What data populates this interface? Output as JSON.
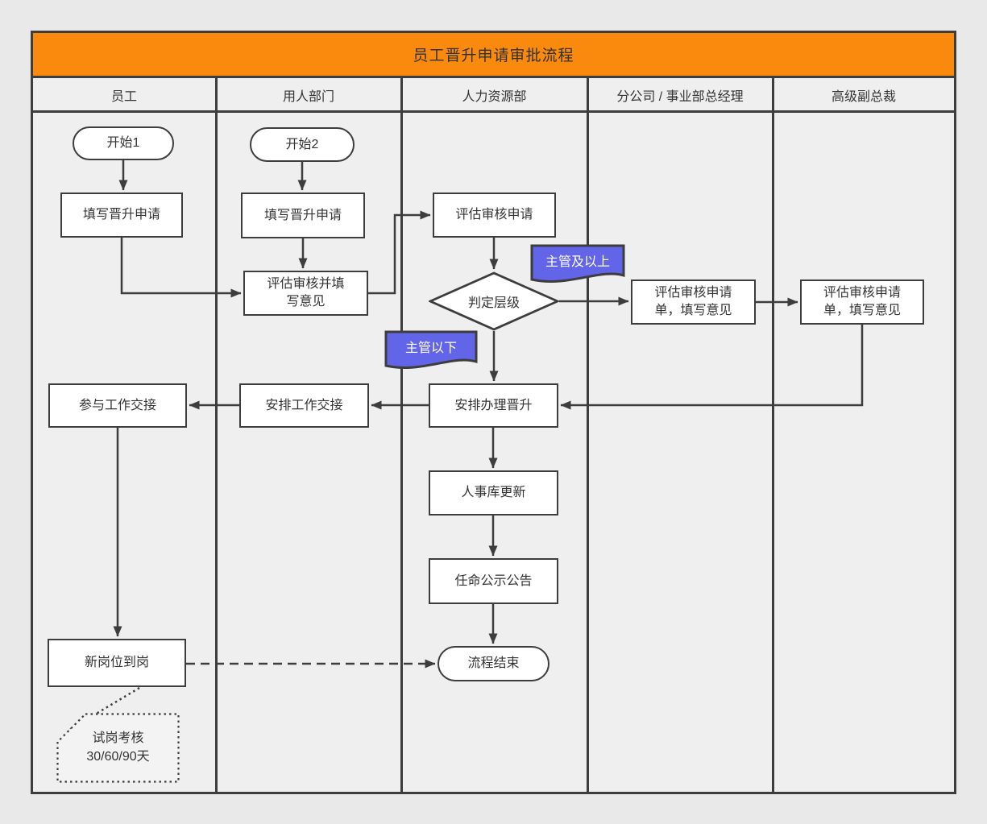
{
  "title": "员工晋升申请审批流程",
  "lanes": [
    "员工",
    "用人部门",
    "人力资源部",
    "分公司 / 事业部总经理",
    "高级副总裁"
  ],
  "nodes": {
    "start1": "开始1",
    "start2": "开始2",
    "fill_app_1": "填写晋升申请",
    "fill_app_2": "填写晋升申请",
    "review_fill_opinion": "评估审核并填写意见",
    "review_app": "评估审核申请",
    "judge_level": "判定层级",
    "gm_review": "评估审核申请单，填写意见",
    "svp_review": "评估审核申请单，填写意见",
    "arrange_promotion": "安排办理晋升",
    "hr_db_update": "人事库更新",
    "announce": "任命公示公告",
    "end": "流程结束",
    "arrange_handover": "安排工作交接",
    "join_handover": "参与工作交接",
    "new_post": "新岗位到岗",
    "note": "试岗考核\n30/60/90天"
  },
  "labels": {
    "above": "主管及以上",
    "below": "主管以下"
  },
  "edges": [
    {
      "from": "start1",
      "to": "fill_app_1"
    },
    {
      "from": "fill_app_1",
      "to": "review_fill_opinion"
    },
    {
      "from": "start2",
      "to": "fill_app_2"
    },
    {
      "from": "fill_app_2",
      "to": "review_fill_opinion"
    },
    {
      "from": "review_fill_opinion",
      "to": "review_app"
    },
    {
      "from": "review_app",
      "to": "judge_level"
    },
    {
      "from": "judge_level",
      "to": "gm_review",
      "label": "主管及以上"
    },
    {
      "from": "judge_level",
      "to": "arrange_promotion",
      "label": "主管以下"
    },
    {
      "from": "gm_review",
      "to": "svp_review"
    },
    {
      "from": "svp_review",
      "to": "arrange_promotion"
    },
    {
      "from": "arrange_promotion",
      "to": "arrange_handover"
    },
    {
      "from": "arrange_handover",
      "to": "join_handover"
    },
    {
      "from": "join_handover",
      "to": "new_post"
    },
    {
      "from": "arrange_promotion",
      "to": "hr_db_update"
    },
    {
      "from": "hr_db_update",
      "to": "announce"
    },
    {
      "from": "announce",
      "to": "end"
    },
    {
      "from": "new_post",
      "to": "end",
      "style": "dashed"
    },
    {
      "from": "new_post",
      "to": "note",
      "style": "dotted"
    }
  ],
  "colors": {
    "page_bg": "#e9e9e9",
    "pool_bg": "#efefef",
    "line": "#3d3d3d",
    "header_bg": "#fa8a0d",
    "label_bg": "#6365e8",
    "node_bg": "#ffffff",
    "node_text": "#333333",
    "label_text": "#ffffff"
  }
}
